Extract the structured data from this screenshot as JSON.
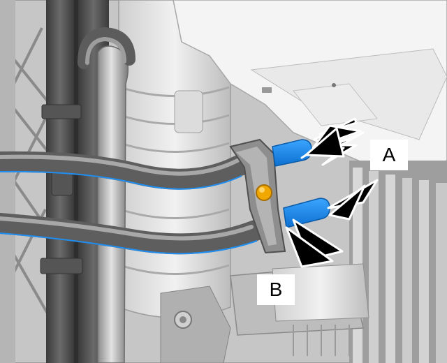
{
  "callouts": {
    "a": {
      "label": "A"
    },
    "b": {
      "label": "B"
    }
  },
  "colors": {
    "background": "#ffffff",
    "frame": "#4a4a4a",
    "hose_dark": "#666666",
    "hose_light": "#9a9a9a",
    "panel": "#f2f2f2",
    "hose_highlight": "#1f8ef0",
    "bolt": "#f0a800",
    "arrow": "#000000"
  },
  "icons": [
    "arrow-icon-a",
    "arrow-icon-b"
  ]
}
